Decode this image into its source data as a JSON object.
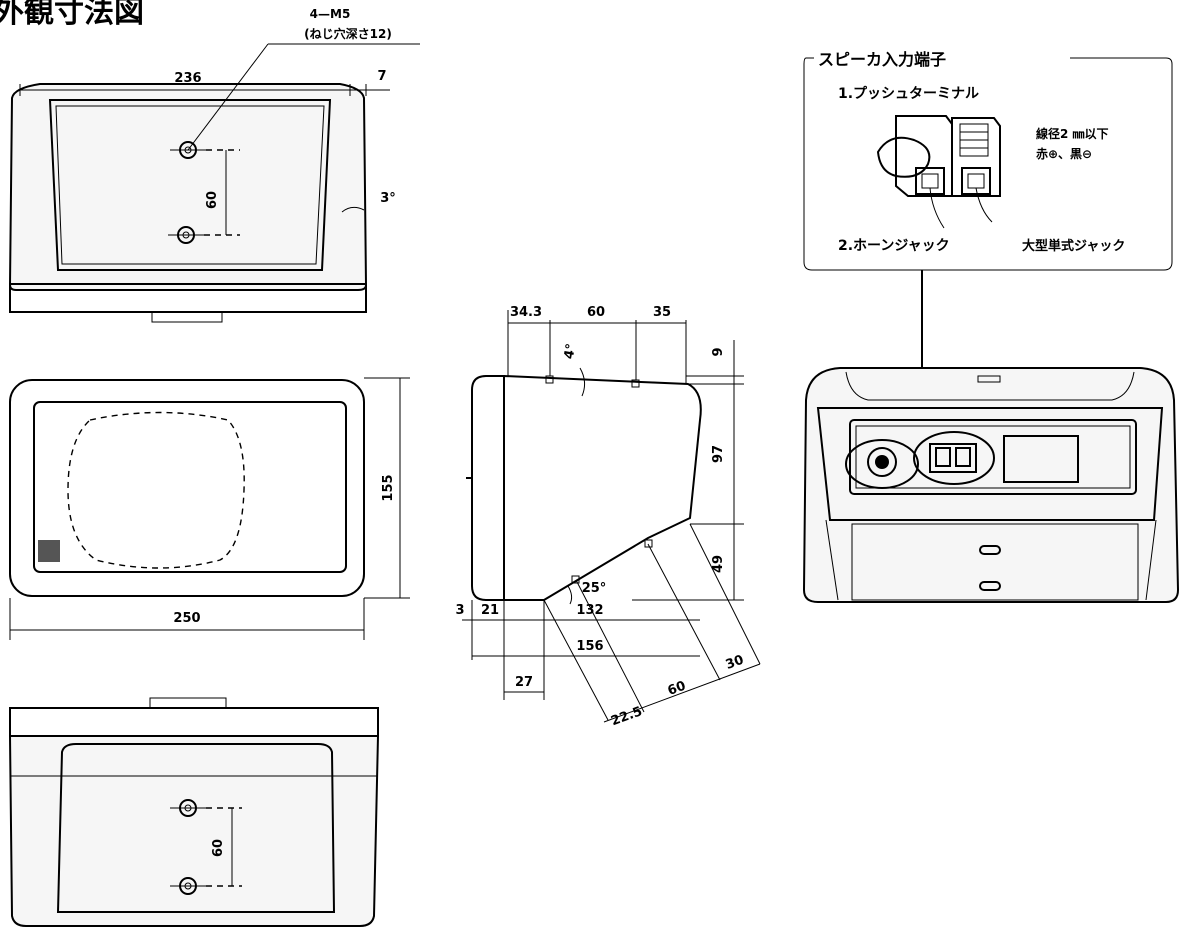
{
  "title": "外観寸法図",
  "front_view": {
    "screw_label": "4—M5",
    "screw_depth": "(ねじ穴深さ12)",
    "width": "236",
    "offset": "7",
    "hole_spacing": "60",
    "tilt": "3°"
  },
  "face_view": {
    "height": "155",
    "width": "250"
  },
  "rear_view": {
    "hole_spacing": "60"
  },
  "side_view": {
    "dims": [
      "34.3",
      "60",
      "35",
      "9",
      "4°",
      "97",
      "49",
      "25°",
      "3",
      "21",
      "132",
      "156",
      "27",
      "22.5",
      "60",
      "30"
    ]
  },
  "terminal_box": {
    "heading": "スピーカ入力端子",
    "item1": "1.プッシュターミナル",
    "spec_line1": "線径2 ㎜以下",
    "spec_line2": "赤⊕、黒⊖",
    "item2": "2.ホーンジャック",
    "item2_spec": "大型単式ジャック"
  }
}
